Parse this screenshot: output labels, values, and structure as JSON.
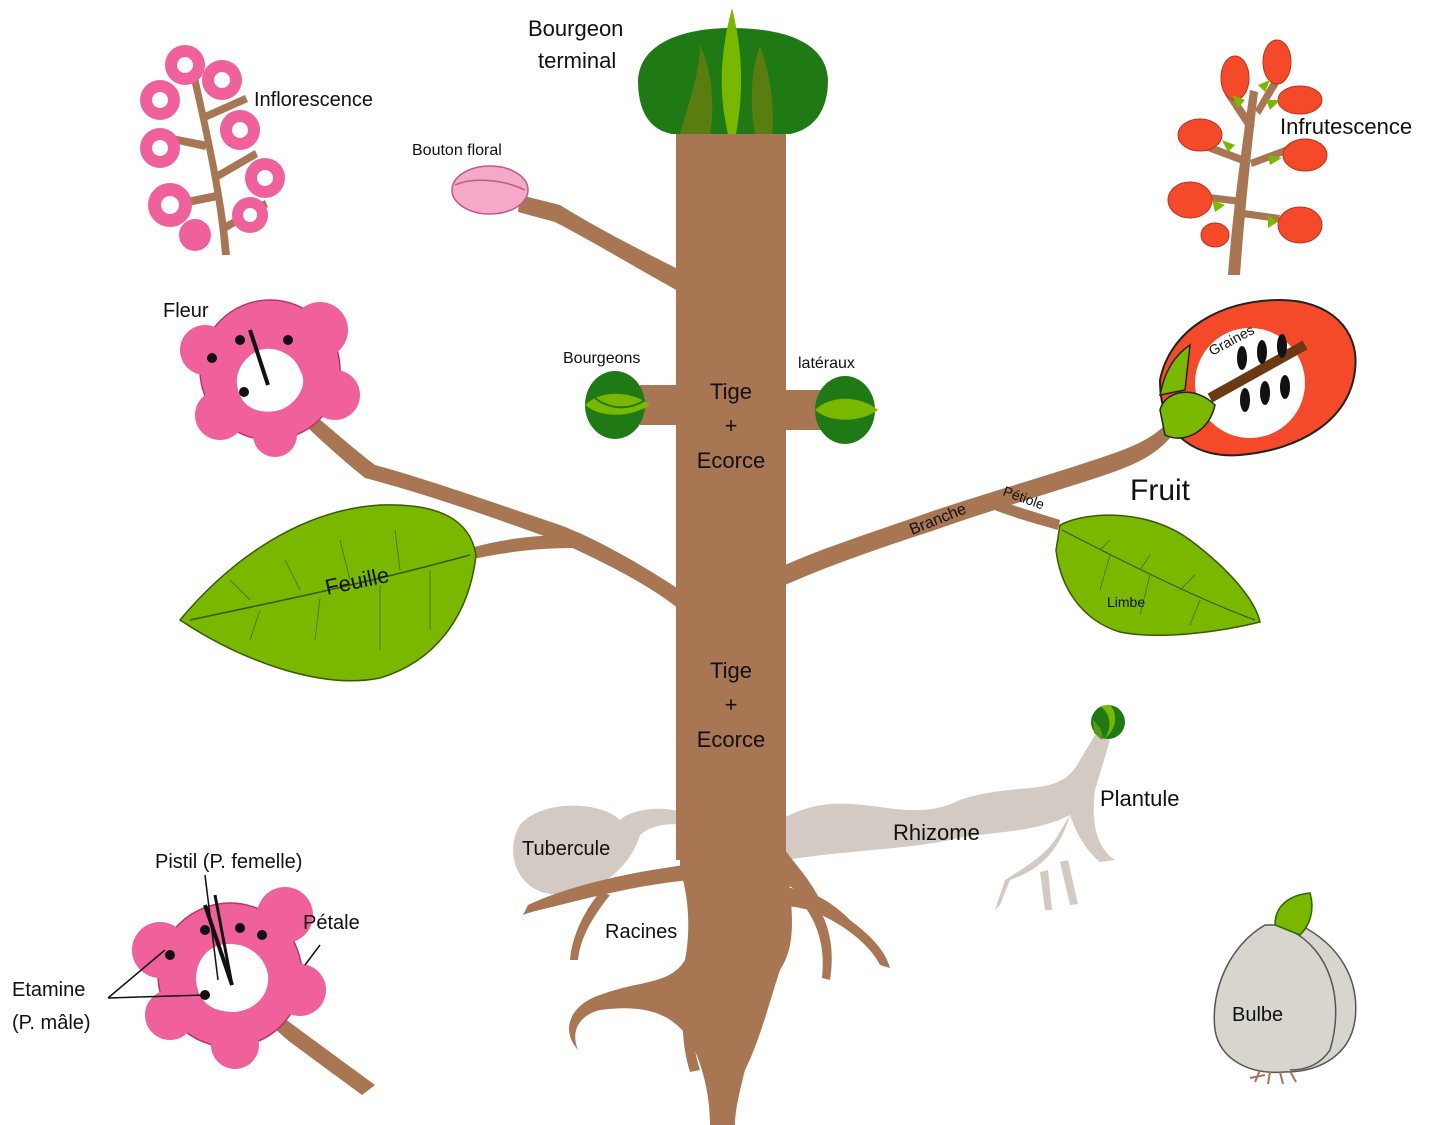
{
  "labels": {
    "bourgeon_terminal_1": "Bourgeon",
    "bourgeon_terminal_2": "terminal",
    "inflorescence": "Inflorescence",
    "infrutescence": "Infrutescence",
    "bouton_floral": "Bouton floral",
    "fleur": "Fleur",
    "bourgeons": "Bourgeons",
    "lateraux": "latéraux",
    "tige_upper_1": "Tige",
    "tige_upper_2": "+",
    "tige_upper_3": "Ecorce",
    "graines": "Graines",
    "fruit": "Fruit",
    "branche": "Branche",
    "petiole": "Pétiole",
    "feuille": "Feuille",
    "limbe": "Limbe",
    "tige_lower_1": "Tige",
    "tige_lower_2": "+",
    "tige_lower_3": "Ecorce",
    "plantule": "Plantule",
    "rhizome": "Rhizome",
    "tubercule": "Tubercule",
    "racines": "Racines",
    "pistil": "Pistil (P. femelle)",
    "petale": "Pétale",
    "etamine_1": "Etamine",
    "etamine_2": "(P. mâle)",
    "bulbe": "Bulbe"
  },
  "colors": {
    "stem": "#a87653",
    "leaf": "#7ab800",
    "leaf_dark": "#1f7a16",
    "petal": "#f0609a",
    "bud_pink": "#f4a9c8",
    "fruit_red": "#f44a2a",
    "tuber": "#d3cbc3",
    "bulb": "#d8d4ce",
    "ink": "#111111"
  }
}
